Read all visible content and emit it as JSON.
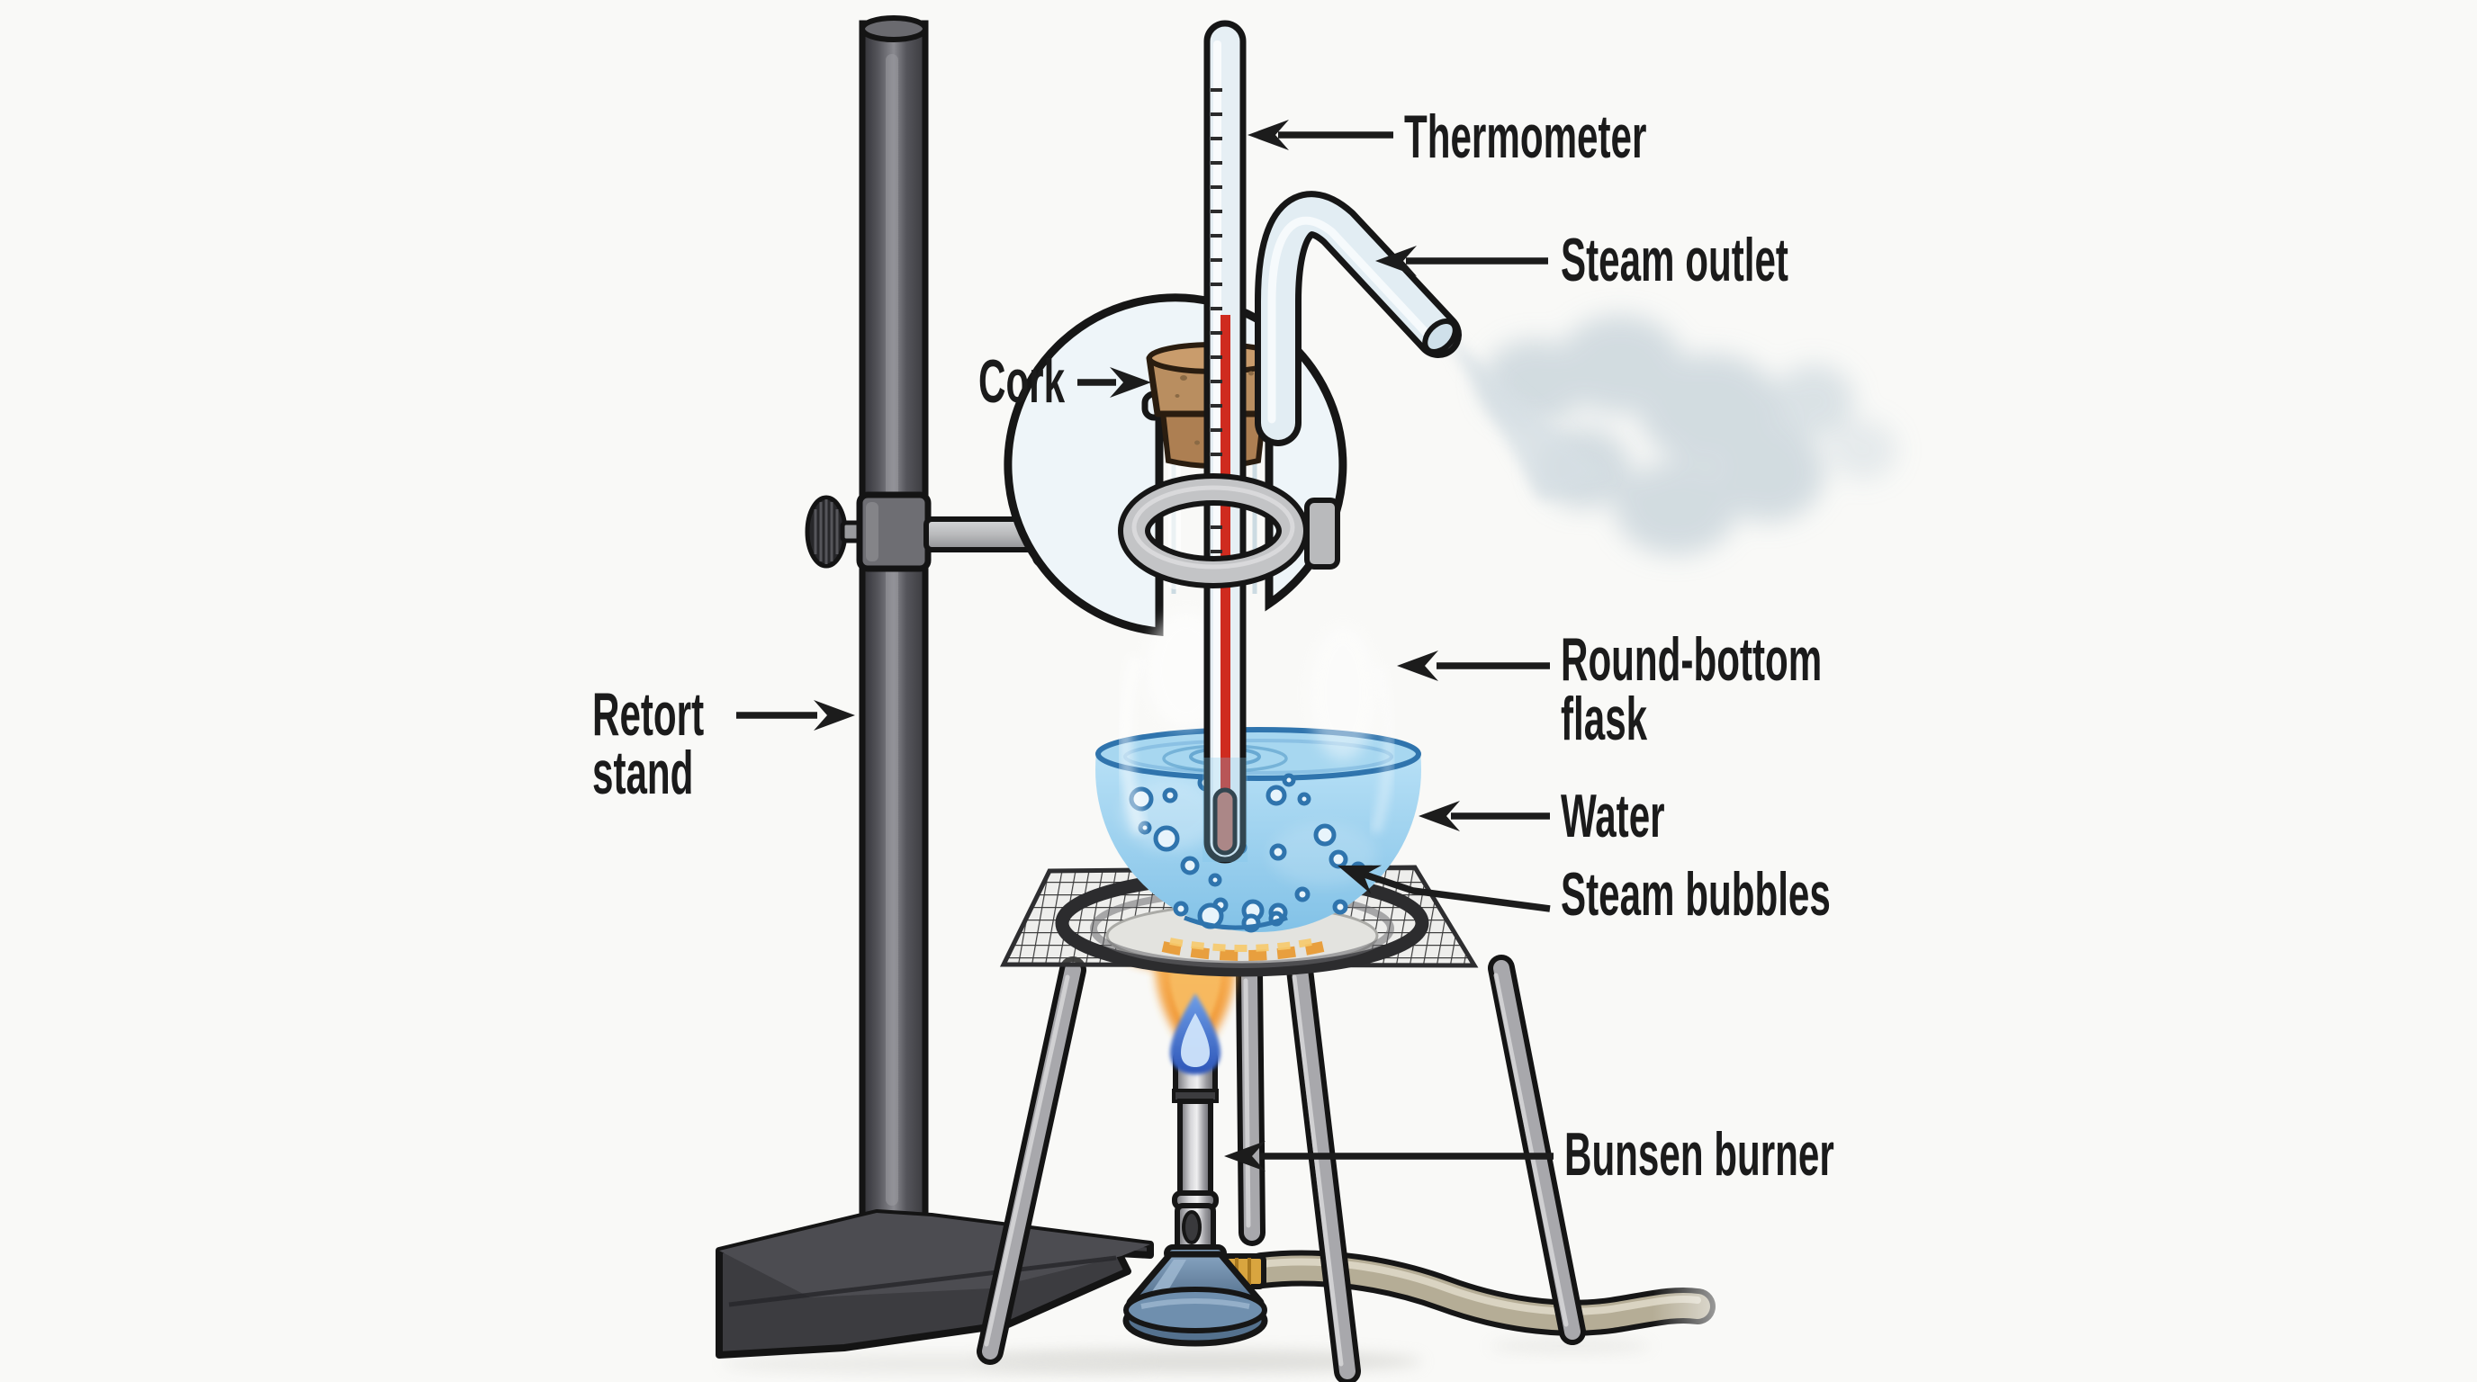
{
  "diagram": {
    "figure_type": "labeled-apparatus-illustration",
    "labels": {
      "thermometer": "Thermometer",
      "steam_outlet": "Steam outlet",
      "cork": "Cork",
      "round_bottom_flask_line1": "Round-bottom",
      "round_bottom_flask_line2": "flask",
      "water": "Water",
      "steam_bubbles": "Steam bubbles",
      "retort_stand_line1": "Retort",
      "retort_stand_line2": "stand",
      "bunsen_burner": "Bunsen burner"
    },
    "colors": {
      "background": "#f9f9f7",
      "label_text": "#1b1b1b",
      "arrow": "#1c1c1c",
      "water_blue": "#8ccbeb",
      "water_rim_blue": "#2a6da8",
      "cork_tan": "#b98e60",
      "flame_orange": "#f09030",
      "flame_blue": "#3f6fd0",
      "burner_base_blue": "#5f7fa0",
      "brass_fitting": "#d9a53f",
      "stand_gray": "#4a4a4f",
      "glass_tint": "#eef5f9",
      "thermometer_red": "#cf2b1f",
      "steam_gray": "#ccd7dd",
      "hose_tan": "#b5ad96"
    }
  }
}
